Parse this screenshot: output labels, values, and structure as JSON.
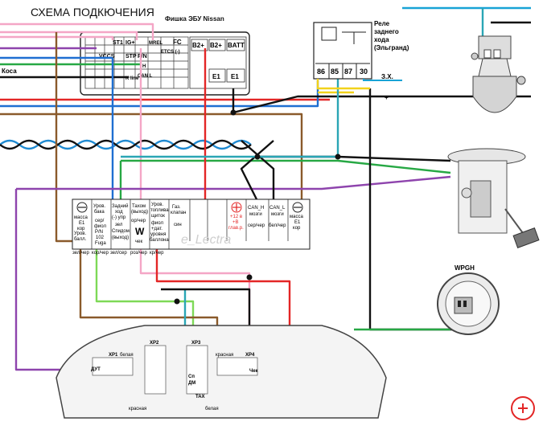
{
  "title": "СХЕМА ПОДКЮЧЕНИЯ",
  "ecu": {
    "label": "Фишка ЭБУ Nissan",
    "pins": {
      "st1": "ST1",
      "ig": "IG+",
      "mrel": "MREL",
      "fc": "FC",
      "vccs": "VCCS",
      "stp": "STP",
      "pn": "P/N",
      "etcs": "ETCS (-)",
      "kline": "K line",
      "canl": "CAN L",
      "canh": "H",
      "b2a": "B2+",
      "b2b": "B2+",
      "batt": "BATT",
      "e1a": "E1",
      "e1b": "E1"
    }
  },
  "kosa": "Коса",
  "relay": {
    "label_line1": "Реле",
    "label_line2": "заднего",
    "label_line3": "хода",
    "label_line4": "(Эльгранд)",
    "pins": [
      "86",
      "85",
      "87",
      "30"
    ],
    "zx": "З.Х.",
    "plus": "+"
  },
  "terminal_block": {
    "watermark": "e_Lectra",
    "columns": [
      {
        "top": "масса E1 кор",
        "bottom": "зел/чер",
        "symbol": "minus"
      },
      {
        "top": "Уров. бака",
        "mid": "сер/ фиол P/N 102 Fuga",
        "bottom": "кор/чер"
      },
      {
        "top": "Задний ход (-) упр",
        "mid": "зел Спидом (выход)",
        "bottom": "зел/сер"
      },
      {
        "top": "Тахом (выход)",
        "mid": "ор/чер",
        "extra": "чек",
        "bottom": "роз/чер",
        "symbol": "W"
      },
      {
        "top": "Уров. топлива щиток",
        "mid": "фиол +дат. уровня баллона",
        "bottom": "кр/чер"
      },
      {
        "top": "Газ. клапан",
        "mid": "син"
      },
      {
        "top": "",
        "mid": ""
      },
      {
        "top": "+12 в +В глав.р.",
        "symbol": "plus"
      },
      {
        "top": "CAN_H мозги",
        "bottom": "сер/чер"
      },
      {
        "top": "CAN_L мозги",
        "bottom": "бел/чер"
      },
      {
        "top": "масса E1 кор",
        "symbol": "minus"
      }
    ],
    "labels": {
      "c0_top": "масса",
      "c0_top2": "E1",
      "c0_top3": "кор",
      "c0_mid": "Уров.",
      "c0_mid2": "балл.",
      "c0_bot": "зел/чер",
      "c1_top": "Уров.",
      "c1_top2": "бака",
      "c1_mid": "сер/",
      "c1_mid2": "фиол",
      "c1_mid3": "P/N",
      "c1_mid4": "102",
      "c1_mid5": "Fuga",
      "c1_bot": "кор/чер",
      "c2_top": "Задний",
      "c2_top2": "ход",
      "c2_top3": "(-) упр",
      "c2_mid": "зел",
      "c2_mid2": "Спидом",
      "c2_mid3": "(выход)",
      "c2_bot": "зел/сер",
      "c3_top": "Тахом",
      "c3_top2": "(выход)",
      "c3_mid": "ор/чер",
      "c3_sym": "W",
      "c3_chek": "чек",
      "c3_bot": "роз/чер",
      "c4_top": "Уров.",
      "c4_top2": "топлива",
      "c4_top3": "щиток",
      "c4_mid": "фиол",
      "c4_mid2": "+дат.",
      "c4_mid3": "уровня",
      "c4_mid4": "баллона",
      "c4_bot": "кр/чер",
      "c5_top": "Газ.",
      "c5_top2": "клапан",
      "c5_mid": "син",
      "c7_top": "+12 в",
      "c7_top2": "+В",
      "c7_top3": "глав.р.",
      "c8_top": "CAN_H",
      "c8_top2": "мозги",
      "c8_bot": "сер/чер",
      "c9_top": "CAN_L",
      "c9_top2": "мозги",
      "c9_bot": "бел/чер",
      "c10_top": "масса",
      "c10_top2": "E1",
      "c10_top3": "кор"
    }
  },
  "wpgh": "WPGH",
  "cluster": {
    "xp1": "XP1",
    "xp1_color": "белая",
    "xp2": "XP2",
    "xp3": "XP3",
    "xp4": "XP4",
    "xp4_color": "красная",
    "dut": "ДУТ",
    "sp": "Сп",
    "chek": "Чек",
    "tax": "TAX",
    "red": "красная",
    "white": "белая",
    "cp": "СП",
    "dm": "ДМ"
  },
  "colors": {
    "pink": "#f4a6c6",
    "blue": "#1f6fd1",
    "green": "#27a844",
    "purple": "#8e44ad",
    "red": "#e32626",
    "brown": "#8a5a2b",
    "black": "#111111",
    "yellow": "#f2d21b",
    "teal": "#2aa6b5",
    "cyan": "#19a3d6",
    "lightgreen": "#7ed957",
    "dark": "#2a2a2a"
  }
}
